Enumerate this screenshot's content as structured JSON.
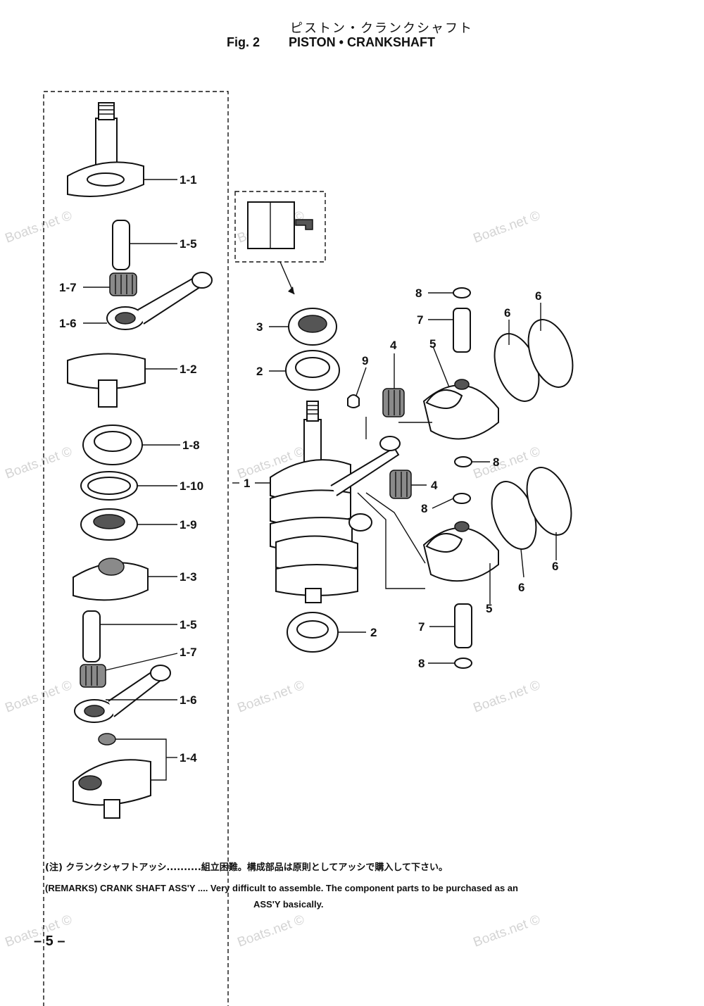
{
  "header": {
    "title_jp": "ピストン・クランクシャフト",
    "fig_label": "Fig. 2",
    "title_en": "PISTON • CRANKSHAFT"
  },
  "watermark": "Boats.net ©",
  "callouts": {
    "c1_1": "1-1",
    "c1_5a": "1-5",
    "c1_7a": "1-7",
    "c1_6a": "1-6",
    "c1_2": "1-2",
    "c1_8": "1-8",
    "c1_10": "1-10",
    "c1_9": "1-9",
    "c1_3": "1-3",
    "c1_5b": "1-5",
    "c1_7b": "1-7",
    "c1_6b": "1-6",
    "c1_4": "1-4",
    "c1": "1",
    "c3": "3",
    "c2a": "2",
    "c2b": "2",
    "c9": "9",
    "c4a": "4",
    "c4b": "4",
    "c5a": "5",
    "c5b": "5",
    "c6a": "6",
    "c6b": "6",
    "c6c": "6",
    "c6d": "6",
    "c7a": "7",
    "c7b": "7",
    "c8a": "8",
    "c8b": "8",
    "c8c": "8",
    "c8d": "8"
  },
  "remarks": {
    "jp": "(注) クランクシャフトアッシ..........組立困難。構成部品は原則としてアッシで購入して下さい。",
    "en_line1": "(REMARKS) CRANK SHAFT ASS'Y .... Very difficult to assemble. The component parts to be purchased as an",
    "en_line2": "ASS'Y basically."
  },
  "page_number": "– 5 –"
}
